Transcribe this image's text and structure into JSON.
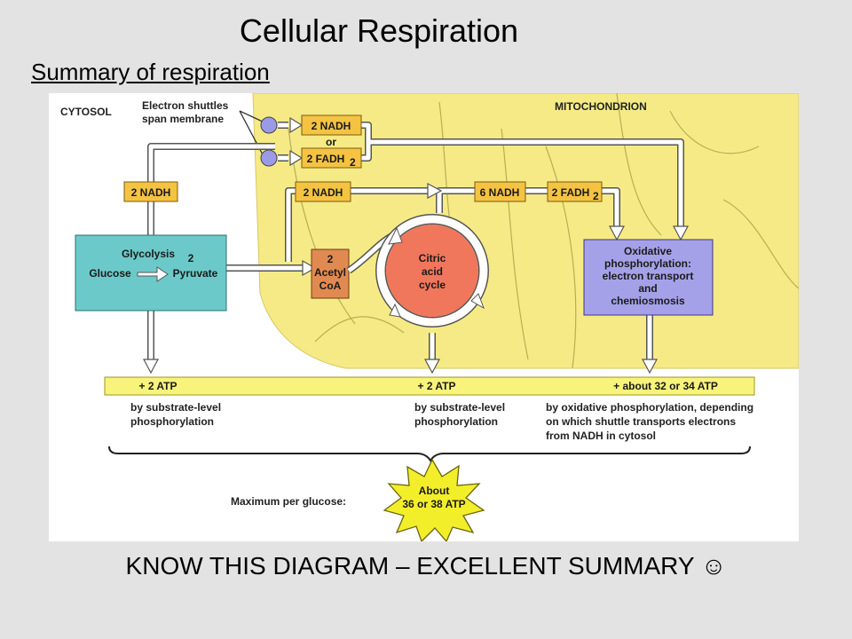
{
  "slide": {
    "title": "Cellular Respiration",
    "subtitle": "Summary of respiration",
    "footer": "KNOW THIS DIAGRAM – EXCELLENT SUMMARY ☺"
  },
  "diagram": {
    "cytosol_label": "CYTOSOL",
    "mitochondrion_label": "MITOCHONDRION",
    "shuttles_line1": "Electron shuttles",
    "shuttles_line2": "span membrane",
    "nadh_2": "2 NADH",
    "or_label": "or",
    "fadh2_2": "2 FADH",
    "fadh2_sub": "2",
    "nadh_cytosol": "2 NADH",
    "nadh_pyruvate": "2 NADH",
    "nadh_6": "6 NADH",
    "fadh2_cycle": "2 FADH",
    "fadh2_cycle_sub": "2",
    "glycolysis": {
      "title": "Glycolysis",
      "count": "2",
      "glucose": "Glucose",
      "pyruvate": "Pyruvate"
    },
    "acetyl_coa": {
      "line1": "2",
      "line2": "Acetyl",
      "line3": "CoA"
    },
    "citric": {
      "line1": "Citric",
      "line2": "acid",
      "line3": "cycle"
    },
    "oxphos": {
      "line1": "Oxidative",
      "line2": "phosphorylation:",
      "line3": "electron transport",
      "line4": "and",
      "line5": "chemiosmosis"
    },
    "atp_bar": {
      "left": "+ 2 ATP",
      "middle": "+ 2 ATP",
      "right": "+ about 32 or 34 ATP"
    },
    "notes": {
      "left_line1": "by substrate-level",
      "left_line2": "phosphorylation",
      "middle_line1": "by substrate-level",
      "middle_line2": "phosphorylation",
      "right_line1": "by oxidative phosphorylation, depending",
      "right_line2": "on which shuttle transports electrons",
      "right_line3": "from NADH in cytosol"
    },
    "max_label": "Maximum per glucose:",
    "burst_line1": "About",
    "burst_line2": "36 or 38 ATP",
    "colors": {
      "cytoplasm": "#ffffff",
      "mitochondrion": "#f6ea86",
      "cristae": "#b8ad55",
      "molecule_box": "#f5c342",
      "glycolysis_box": "#6cc9c9",
      "acetyl_box": "#e08a52",
      "citric_fill": "#f0775c",
      "oxphos_box": "#a5a1e8",
      "atp_bar": "#f8f37a",
      "burst": "#f3ee2a",
      "shuttle_circle": "#9a9ae6"
    }
  }
}
